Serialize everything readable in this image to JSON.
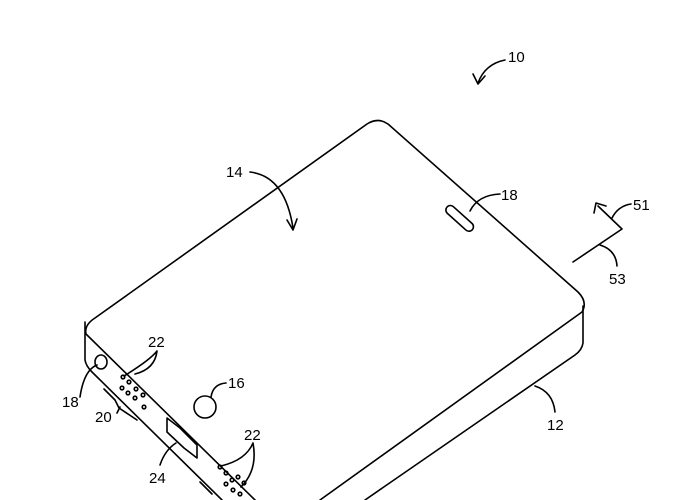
{
  "figure": {
    "labels": {
      "device": "10",
      "housing": "12",
      "display": "14",
      "button": "16",
      "opening_top": "18",
      "opening_side": "18",
      "buttons_side": "20",
      "speaker_holes_left": "22",
      "speaker_holes_right": "22",
      "connector_port": "24",
      "direction_up": "51",
      "direction_plane": "53"
    },
    "colors": {
      "ink": "#000000",
      "background": "#ffffff"
    }
  }
}
